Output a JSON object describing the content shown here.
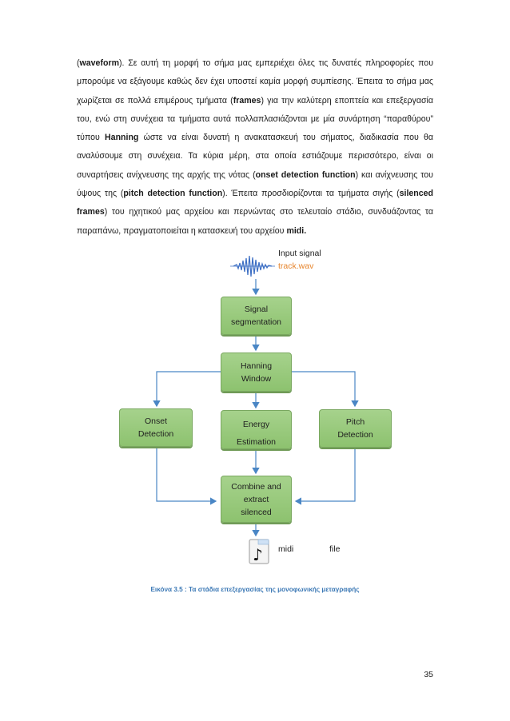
{
  "paragraph": {
    "s1": "(",
    "s1b": "waveform",
    "s2": "). Σε αυτή τη μορφή το σήμα μας εμπεριέχει όλες τις δυνατές πληροφορίες που μπορούμε να εξάγουμε καθώς δεν έχει υποστεί καμία μορφή συμπίεσης. Έπειτα το σήμα μας χωρίζεται σε πολλά επιμέρους τμήματα (",
    "s2b": "frames",
    "s3": ") για την καλύτερη εποπτεία και επεξεργασία του, ενώ στη συνέχεια τα τμήματα αυτά πολλαπλασιάζονται με μία συνάρτηση “παραθύρου” τύπου ",
    "s3b": "Hanning",
    "s4": " ώστε να είναι δυνατή η ανακατασκευή του σήματος, διαδικασία που θα αναλύσουμε στη συνέχεια.  Τα κύρια μέρη, στα οποία εστιάζουμε περισσότερο, είναι οι συναρτήσεις ανίχνευσης της αρχής της νότας (",
    "s4b": "onset detection function",
    "s5": ") και ανίχνευσης του ύψους της (",
    "s5b": "pitch detection function",
    "s6": "). Έπειτα προσδιορίζονται τα τμήματα σιγής (",
    "s6b": "silenced frames",
    "s7": ") του ηχητικού μας αρχείου και περνώντας στο τελευταίο στάδιο, συνδυάζοντας τα παραπάνω, πραγματοποιείται η κατασκευή του αρχείου ",
    "s7b": "midi.",
    "s8": ""
  },
  "diagram": {
    "input_title": "Input signal",
    "input_file": "track.wav",
    "seg_1": "Signal",
    "seg_2": "segmentation",
    "han_1": "Hanning",
    "han_2": "Window",
    "onset_1": "Onset",
    "onset_2": "Detection",
    "energy_1": "Energy",
    "energy_2": "Estimation",
    "pitch_1": "Pitch",
    "pitch_2": "Detection",
    "comb_1": "Combine and",
    "comb_2": "extract",
    "comb_3": "silenced",
    "midi_word": "midi",
    "file_word": "file"
  },
  "colors": {
    "box_fill": "#97c97a",
    "arrow": "#4a86c5",
    "caption": "#3b78b5",
    "file_accent": "#e6832a"
  },
  "caption": "Εικόνα 3.5 : Τα στάδια επεξεργασίας της μονοφωνικής μεταγραφής",
  "page_number": "35"
}
